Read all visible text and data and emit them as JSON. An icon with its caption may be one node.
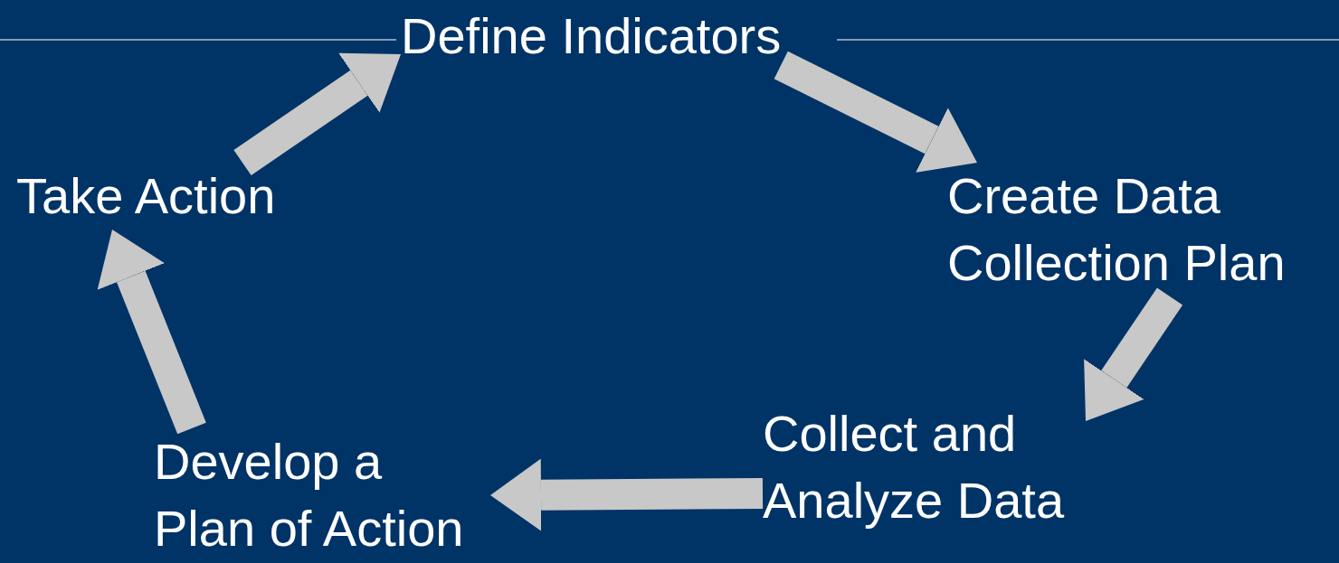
{
  "diagram": {
    "nodes": [
      {
        "text": [
          "Define Indicators"
        ]
      },
      {
        "text": [
          "Create Data Collection Plan"
        ]
      },
      {
        "text": [
          "Collect and Analyze Data"
        ]
      },
      {
        "text": [
          "Develop a Plan of Action"
        ]
      },
      {
        "text": [
          "Take Action"
        ]
      }
    ],
    "edges": [
      {
        "from": 0,
        "to": 1,
        "arrow": "to"
      },
      {
        "from": 1,
        "to": 2,
        "arrow": "to"
      },
      {
        "from": 2,
        "to": 3,
        "arrow": "to"
      },
      {
        "from": 3,
        "to": 4,
        "arrow": "to"
      },
      {
        "from": 4,
        "to": 0,
        "arrow": "to"
      }
    ]
  }
}
